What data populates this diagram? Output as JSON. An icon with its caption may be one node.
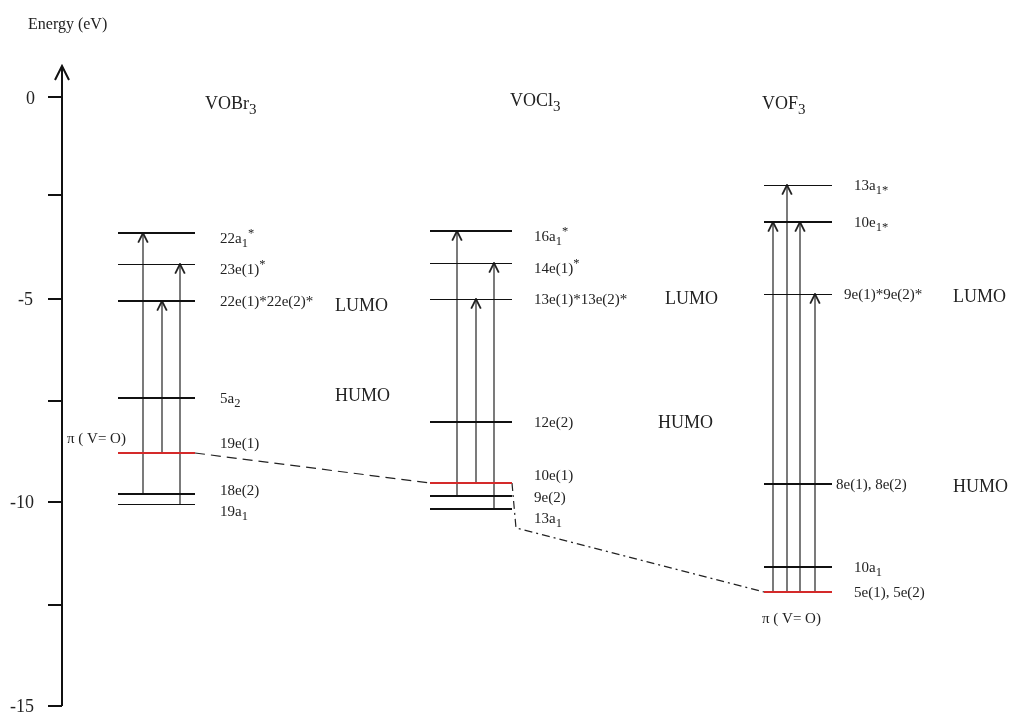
{
  "diagram": {
    "nodes": [
      {
        "text": [
          "22a$_{1}$$^{*}$"
        ]
      },
      {
        "text": [
          "23e(1)$^{*}$"
        ]
      },
      {
        "text": [
          "22e(1)*22e(2)*"
        ]
      },
      {
        "text": [
          "5a$_{2}$"
        ]
      },
      {
        "text": [
          "19e(1)"
        ],
        "beside": [
          "π ( V= O)"
        ]
      },
      {
        "text": [
          "18e(2)"
        ]
      },
      {
        "text": [
          "19a$_{1}$"
        ]
      },
      {
        "text": [
          "16a$_{1}$$^{*}$"
        ]
      },
      {
        "text": [
          "14e(1)$^{*}$"
        ]
      },
      {
        "text": [
          "13e(1)*13e(2)*"
        ]
      },
      {
        "text": [
          "12e(2)"
        ]
      },
      {
        "text": [
          "10e(1)"
        ]
      },
      {
        "text": [
          "9e(2)"
        ]
      },
      {
        "text": [
          "13a$_{1}$"
        ]
      },
      {
        "text": [
          "13a$_{1*}$"
        ]
      },
      {
        "text": [
          "10e$_{1*}$"
        ]
      },
      {
        "text": [
          "9e(1)*9e(2)*"
        ]
      },
      {
        "text": [
          "8e(1), 8e(2)"
        ]
      },
      {
        "text": [
          "10a$_{1}$"
        ]
      },
      {
        "text": [
          "5e(1), 5e(2)"
        ],
        "beside": [
          "π ( V= O)"
        ]
      }
    ],
    "edges": [
      {
        "from": 5,
        "to": 0,
        "arrow": "to"
      },
      {
        "from": 4,
        "to": 2,
        "arrow": "to"
      },
      {
        "from": 6,
        "to": 1,
        "arrow": "to"
      },
      {
        "from": 12,
        "to": 7,
        "arrow": "to"
      },
      {
        "from": 11,
        "to": 9,
        "arrow": "to"
      },
      {
        "from": 13,
        "to": 8,
        "arrow": "to"
      },
      {
        "from": 19,
        "to": 15,
        "arrow": "to"
      },
      {
        "from": 19,
        "to": 14,
        "arrow": "to"
      },
      {
        "from": 19,
        "to": 15,
        "arrow": "to"
      },
      {
        "from": 19,
        "to": 16,
        "arrow": "to"
      },
      {
        "from": 4,
        "to": 11,
        "arrow": "none",
        "style": "dashed"
      },
      {
        "from": 11,
        "to": 19,
        "arrow": "none",
        "style": "dashed"
      }
    ],
    "labels": [
      "Energy (eV)",
      "0",
      "VOBr$_{3}$",
      "VOCl$_{3}$",
      "VOF$_{3}$",
      "-5",
      "LUMO",
      "LUMO",
      "LUMO",
      "HUMO",
      "HUMO",
      "HUMO",
      "-10",
      "-15"
    ]
  }
}
